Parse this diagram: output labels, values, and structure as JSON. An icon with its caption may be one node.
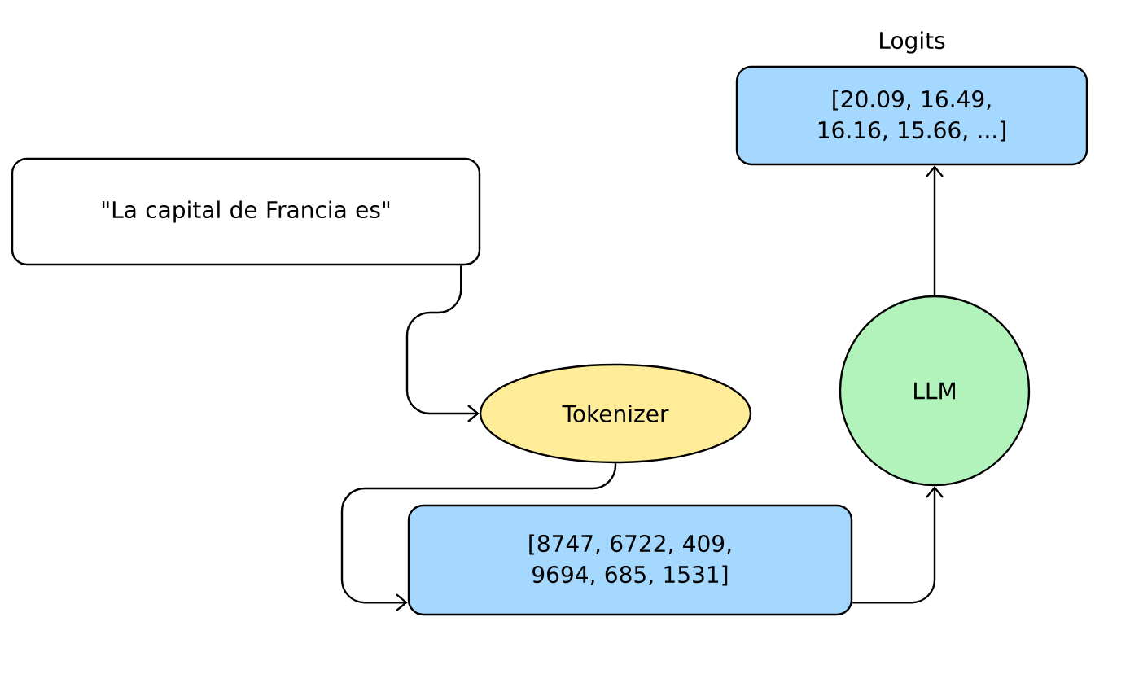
{
  "diagram": {
    "nodes": [
      {
        "text": [
          "\"La capital de Francia es\""
        ]
      },
      {
        "text": [
          "Tokenizer"
        ]
      },
      {
        "text": [
          "[8747, 6722, 409, 9694, 685, 1531]"
        ]
      },
      {
        "text": [
          "LLM"
        ]
      },
      {
        "text": [
          "Logits",
          "[20.09, 16.49, 16.16, 15.66, ...]"
        ]
      }
    ],
    "edges": [
      {
        "from": 0,
        "to": 1,
        "arrow": "to"
      },
      {
        "from": 1,
        "to": 2,
        "arrow": "to"
      },
      {
        "from": 2,
        "to": 3,
        "arrow": "to"
      },
      {
        "from": 3,
        "to": 4,
        "arrow": "to"
      }
    ]
  }
}
